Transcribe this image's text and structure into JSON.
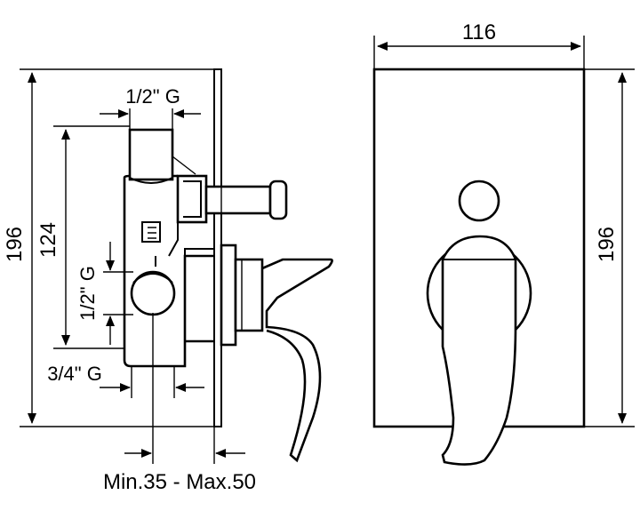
{
  "dimensions": {
    "total_height_left": "196",
    "connection_spacing": "124",
    "top_inlet": "1/2\" G",
    "side_outlet": "1/2\" G",
    "bottom_inlet": "3/4\" G",
    "wall_depth": "Min.35 - Max.50",
    "plate_width": "116",
    "total_height_right": "196"
  }
}
